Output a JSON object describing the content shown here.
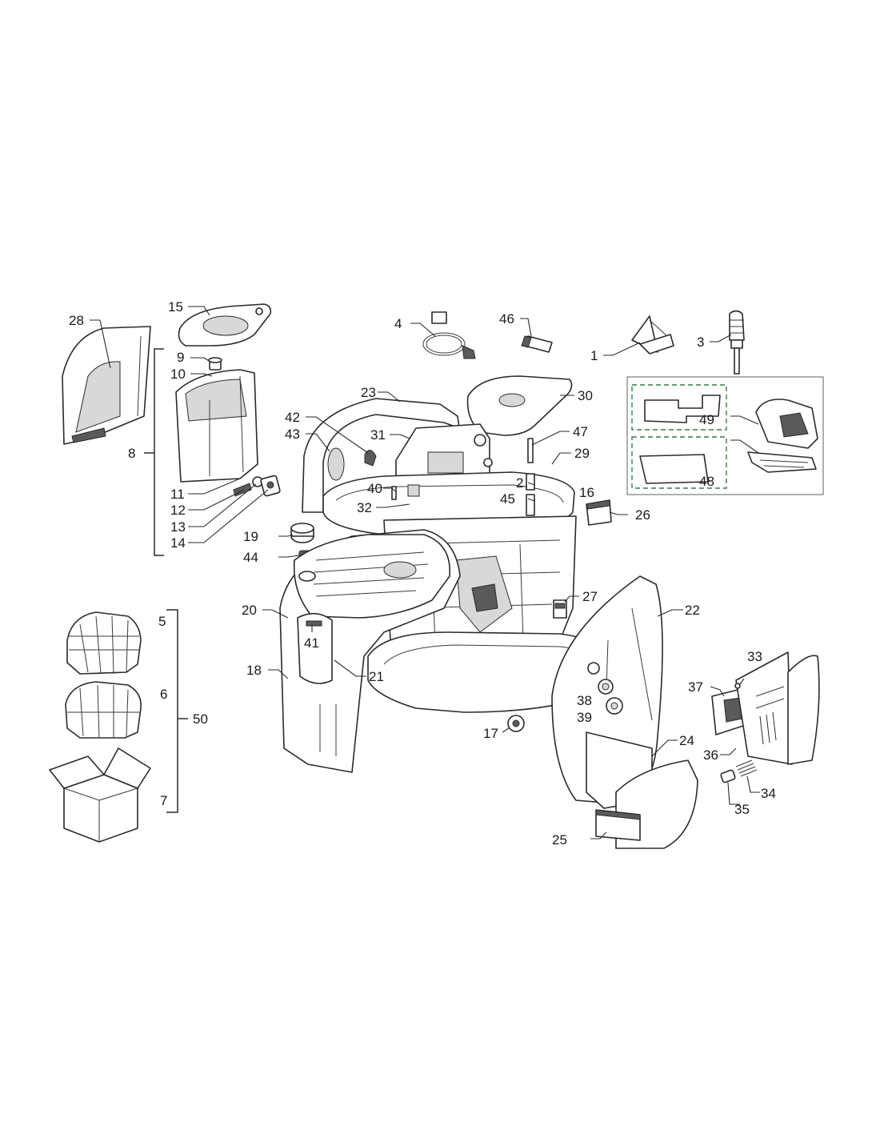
{
  "callouts": [
    {
      "id": "1",
      "label": "1"
    },
    {
      "id": "2",
      "label": "2"
    },
    {
      "id": "3",
      "label": "3"
    },
    {
      "id": "4",
      "label": "4"
    },
    {
      "id": "5",
      "label": "5"
    },
    {
      "id": "6",
      "label": "6"
    },
    {
      "id": "7",
      "label": "7"
    },
    {
      "id": "8",
      "label": "8"
    },
    {
      "id": "9",
      "label": "9"
    },
    {
      "id": "10",
      "label": "10"
    },
    {
      "id": "11",
      "label": "11"
    },
    {
      "id": "12",
      "label": "12"
    },
    {
      "id": "13",
      "label": "13"
    },
    {
      "id": "14",
      "label": "14"
    },
    {
      "id": "15",
      "label": "15"
    },
    {
      "id": "16",
      "label": "16"
    },
    {
      "id": "17",
      "label": "17"
    },
    {
      "id": "18",
      "label": "18"
    },
    {
      "id": "19",
      "label": "19"
    },
    {
      "id": "20",
      "label": "20"
    },
    {
      "id": "21",
      "label": "21"
    },
    {
      "id": "22",
      "label": "22"
    },
    {
      "id": "23",
      "label": "23"
    },
    {
      "id": "24",
      "label": "24"
    },
    {
      "id": "25",
      "label": "25"
    },
    {
      "id": "26",
      "label": "26"
    },
    {
      "id": "27",
      "label": "27"
    },
    {
      "id": "28",
      "label": "28"
    },
    {
      "id": "29",
      "label": "29"
    },
    {
      "id": "30",
      "label": "30"
    },
    {
      "id": "31",
      "label": "31"
    },
    {
      "id": "32",
      "label": "32"
    },
    {
      "id": "33",
      "label": "33"
    },
    {
      "id": "34",
      "label": "34"
    },
    {
      "id": "35",
      "label": "35"
    },
    {
      "id": "36",
      "label": "36"
    },
    {
      "id": "37",
      "label": "37"
    },
    {
      "id": "38",
      "label": "38"
    },
    {
      "id": "39",
      "label": "39"
    },
    {
      "id": "40",
      "label": "40"
    },
    {
      "id": "41",
      "label": "41"
    },
    {
      "id": "42",
      "label": "42"
    },
    {
      "id": "43",
      "label": "43"
    },
    {
      "id": "44",
      "label": "44"
    },
    {
      "id": "45",
      "label": "45"
    },
    {
      "id": "46",
      "label": "46"
    },
    {
      "id": "47",
      "label": "47"
    },
    {
      "id": "48",
      "label": "48"
    },
    {
      "id": "49",
      "label": "49"
    },
    {
      "id": "50",
      "label": "50"
    }
  ]
}
